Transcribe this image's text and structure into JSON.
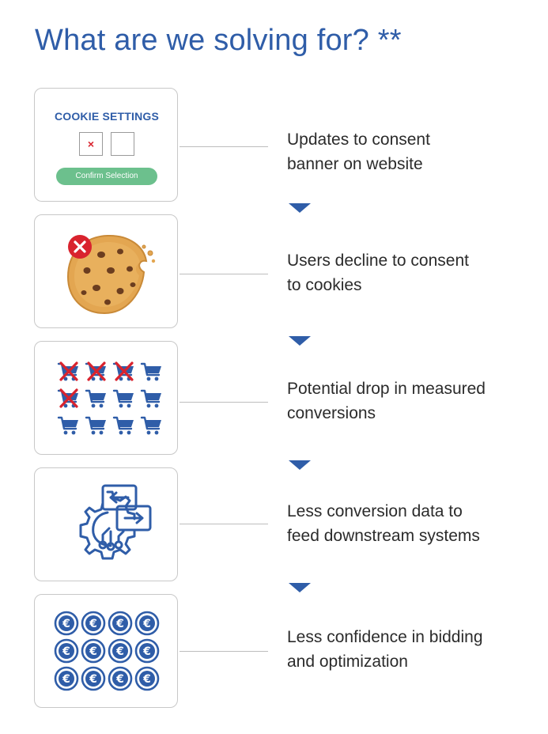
{
  "title": "What are we solving for? **",
  "steps": [
    {
      "line1": "Updates to consent",
      "line2": "banner on website",
      "icon": "cookie-settings-banner"
    },
    {
      "line1": "Users decline to consent",
      "line2": "to cookies",
      "icon": "declined-cookie-icon"
    },
    {
      "line1": "Potential drop in measured",
      "line2": "conversions",
      "icon": "shopping-carts-icon"
    },
    {
      "line1": "Less conversion data to",
      "line2": "feed downstream systems",
      "icon": "data-flow-gear-icon"
    },
    {
      "line1": "Less confidence in bidding",
      "line2": "and optimization",
      "icon": "euro-coins-icon"
    }
  ],
  "banner": {
    "heading": "COOKIE SETTINGS",
    "checked_mark": "×",
    "button_label": "Confirm Selection"
  },
  "colors": {
    "accent_blue": "#2f5da8",
    "decline_red": "#d9232e",
    "confirm_green": "#6cc08d",
    "cookie_dough": "#e3a651"
  },
  "cart_grid": {
    "rows": 3,
    "cols": 4,
    "crossed": [
      [
        0,
        0
      ],
      [
        0,
        1
      ],
      [
        0,
        2
      ],
      [
        1,
        0
      ]
    ]
  },
  "coin_grid": {
    "rows": 3,
    "cols": 4,
    "symbol": "€"
  }
}
